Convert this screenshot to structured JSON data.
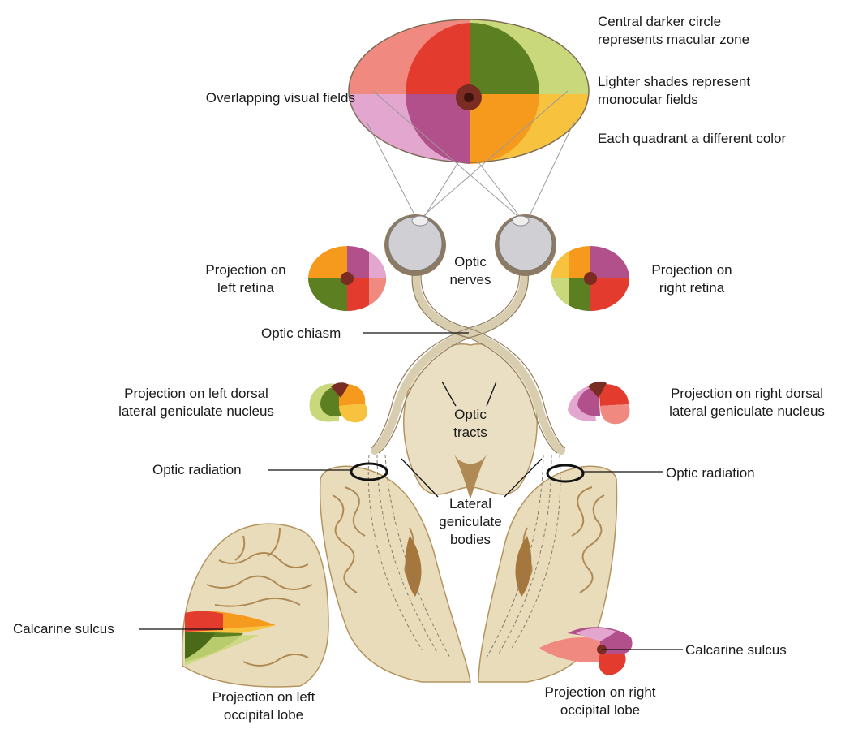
{
  "labels": {
    "overlapping_fields": "Overlapping visual fields",
    "note_macular": "Central darker circle\nrepresents macular zone",
    "note_lighter": "Lighter shades represent\nmonocular fields",
    "note_quadrant": "Each quadrant a different color",
    "proj_left_retina": "Projection on\nleft retina",
    "proj_right_retina": "Projection on\nright retina",
    "optic_nerves": "Optic\nnerves",
    "optic_chiasm": "Optic chiasm",
    "proj_left_lgn": "Projection on left dorsal\nlateral geniculate nucleus",
    "proj_right_lgn": "Projection on right dorsal\nlateral geniculate nucleus",
    "optic_tracts": "Optic\ntracts",
    "optic_radiation_left": "Optic radiation",
    "optic_radiation_right": "Optic radiation",
    "lateral_geniculate": "Lateral\ngeniculate\nbodies",
    "calcarine_left": "Calcarine sulcus",
    "calcarine_right": "Calcarine sulcus",
    "proj_left_occipital": "Projection on left\noccipital lobe",
    "proj_right_occipital": "Projection on right\noccipital lobe"
  },
  "colors": {
    "red": "#e33b2e",
    "green": "#5c7f22",
    "orange": "#f59a1c",
    "purple": "#b2508c",
    "light_red": "#f08a80",
    "light_green": "#c8d87a",
    "light_orange": "#f7c23e",
    "light_purple": "#e2a6cf",
    "macula": "#7a2b22",
    "brain_tan": "#e9dcbb",
    "brain_shadow": "#c9a86e",
    "eye_gray": "#cfcfd4"
  }
}
